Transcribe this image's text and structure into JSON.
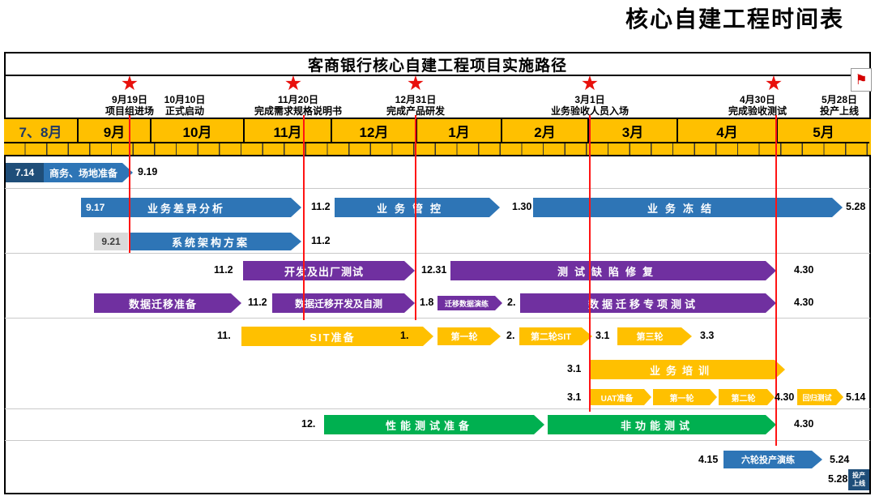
{
  "page": {
    "title": "核心自建工程时间表"
  },
  "chart": {
    "title": "客商银行核心自建工程项目实施路径"
  },
  "icons": {
    "star": "★",
    "flag": "⚑"
  },
  "months": [
    "7、8月",
    "9月",
    "10月",
    "11月",
    "12月",
    "1月",
    "2月",
    "3月",
    "4月",
    "5月"
  ],
  "milestones": [
    {
      "date": "9月19日",
      "desc": "项目组进场"
    },
    {
      "date": "10月10日",
      "desc": "正式启动"
    },
    {
      "date": "11月20日",
      "desc": "完成需求规格说明书"
    },
    {
      "date": "12月31日",
      "desc": "完成产品研发"
    },
    {
      "date": "3月1日",
      "desc": "业务验收人员入场"
    },
    {
      "date": "4月30日",
      "desc": "完成验收测试"
    },
    {
      "date": "5月28日",
      "desc": "投产上线"
    }
  ],
  "colors": {
    "blue": "#2E75B6",
    "dark_blue": "#1F4E79",
    "purple": "#7030A0",
    "gold": "#FFC000",
    "green": "#00B050",
    "red": "#FF1414",
    "header": "#FFC000"
  },
  "rows": [
    {
      "tag": "7.14",
      "bar": "商务、场地准备",
      "end": "9.19"
    },
    {
      "start": "9.17",
      "analysis": "业务差异分析",
      "d1": "11.2",
      "control": "业务管控",
      "d2": "1.30",
      "freeze": "业务冻结",
      "d3": "5.28"
    },
    {
      "tag": "9.21",
      "bar": "系统架构方案",
      "d1": "11.2"
    },
    {
      "d0": "11.2",
      "dev": "开发及出厂测试",
      "d1": "12.31",
      "fix": "测试缺陷修复",
      "d2": "4.30"
    },
    {
      "prep": "数据迁移准备",
      "d1": "11.2",
      "dev": "数据迁移开发及自测",
      "d2": "1.8",
      "drill": "迁移数据演练",
      "d3": "2.",
      "special": "数据迁移专项测试",
      "d4": "4.30"
    },
    {
      "d0": "11.",
      "prep": "SIT准备",
      "d1": "1.",
      "r1": "第一轮",
      "d2": "2.",
      "r2": "第二轮SIT",
      "d3": "3.1",
      "r3": "第三轮",
      "d4": "3.3"
    },
    {
      "d0": "3.1",
      "training": "业务培训"
    },
    {
      "d0": "3.1",
      "prep": "UAT准备",
      "r1": "第一轮",
      "r2": "第二轮",
      "d1": "4.30",
      "regress": "回归测试",
      "d2": "5.14"
    },
    {
      "d0": "12.",
      "prep": "性能测试准备",
      "nft": "非功能测试",
      "d1": "4.30"
    },
    {
      "d0": "4.15",
      "drill": "六轮投产演练",
      "d1": "5.24"
    },
    {
      "d0": "5.28",
      "golive": "投产上线"
    }
  ]
}
